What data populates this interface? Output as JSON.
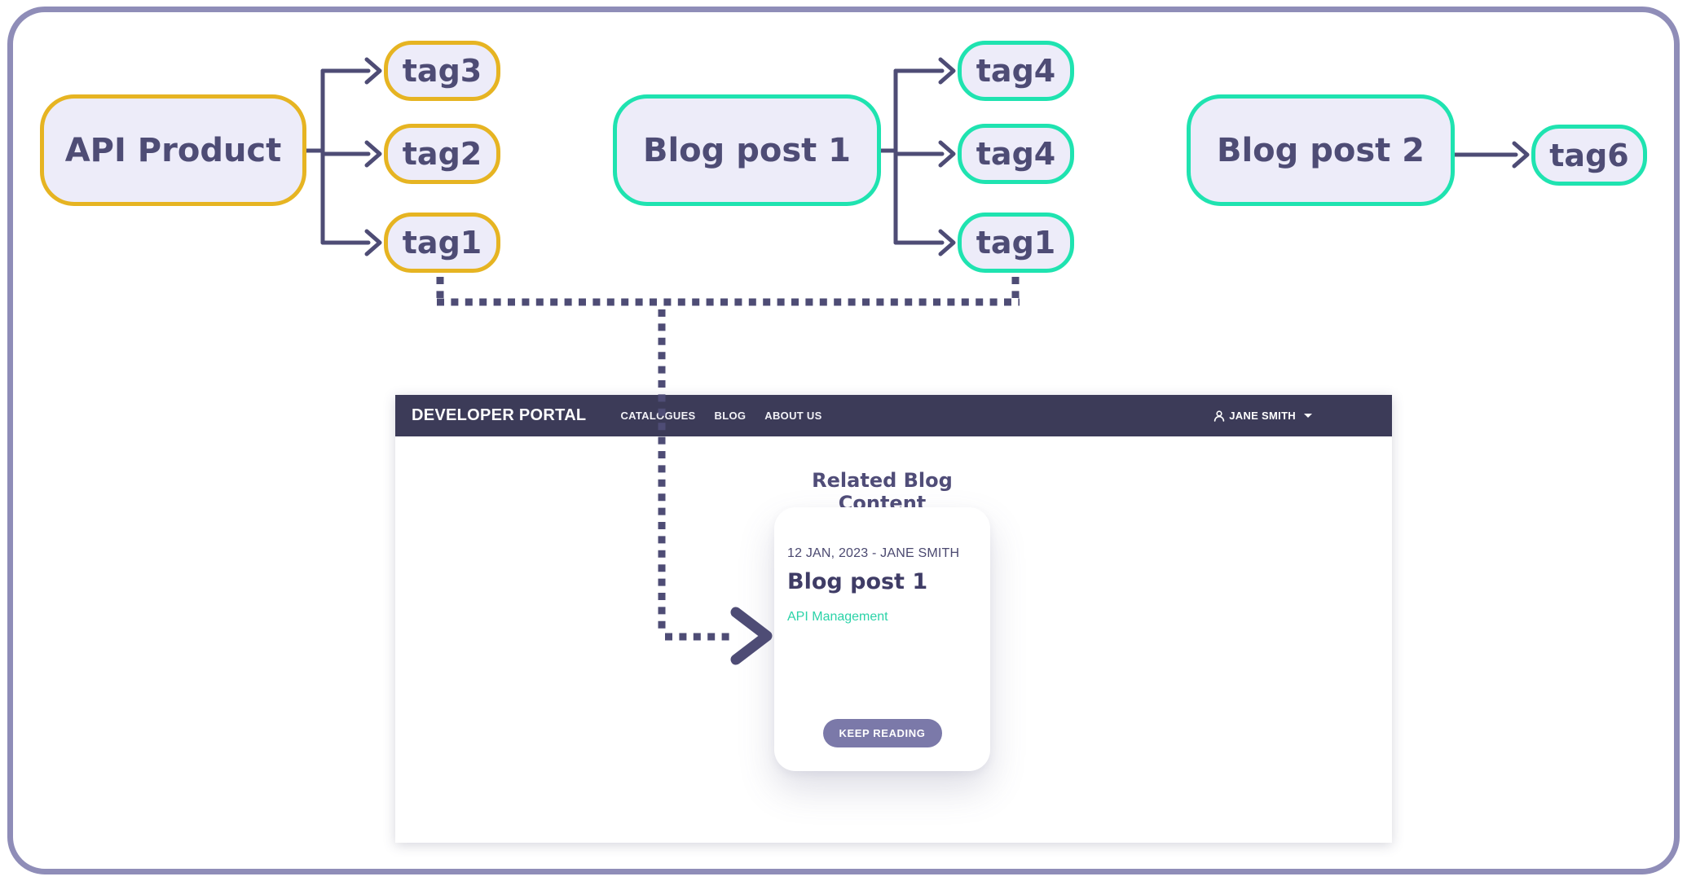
{
  "diagram": {
    "api_product": {
      "label": "API Product",
      "tags": [
        "tag3",
        "tag2",
        "tag1"
      ]
    },
    "blog_post_1": {
      "label": "Blog post 1",
      "tags": [
        "tag4",
        "tag4",
        "tag1"
      ]
    },
    "blog_post_2": {
      "label": "Blog post 2",
      "tags": [
        "tag6"
      ]
    },
    "colors": {
      "api_accent": "#e6b422",
      "blog_accent": "#1fe3b0",
      "node_fill": "#edecf9",
      "ink": "#4e4c75",
      "frame_border": "#8f8db8"
    }
  },
  "portal": {
    "navbar": {
      "brand": "DEVELOPER PORTAL",
      "links": [
        "CATALOGUES",
        "BLOG",
        "ABOUT US"
      ],
      "user": "JANE SMITH",
      "bg": "#3c3b58"
    },
    "section_title": "Related Blog Content",
    "card": {
      "meta": "12 JAN, 2023 - JANE SMITH",
      "title": "Blog post 1",
      "tag": "API Management",
      "button": "KEEP READING",
      "button_bg": "#7b79a9",
      "tag_color": "#2bd3a8"
    }
  }
}
